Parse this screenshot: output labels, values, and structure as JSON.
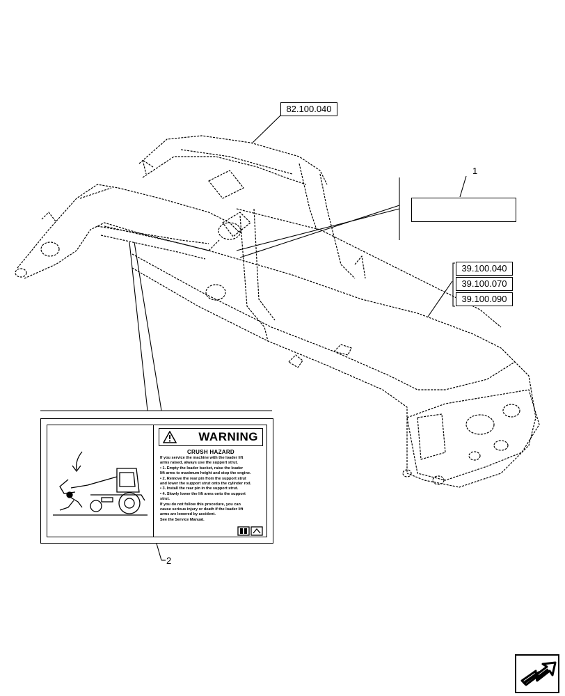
{
  "references": {
    "top": "82.100.040",
    "right": [
      "39.100.040",
      "39.100.070",
      "39.100.090"
    ]
  },
  "callouts": {
    "item1": "1",
    "item2": "2"
  },
  "decal": {
    "title": "WARNING",
    "subtitle": "CRUSH HAZARD",
    "body": "If you service the machine with the loader lift\narms raised, always use the support strut.\n• 1. Empty the loader bucket, raise the loader\nlift arms to maximum height and stop the engine.\n• 2. Remove the rear pin from the support strut\nand lower the support strut onto the cylinder rod.\n• 3. Install the rear pin in the support strut.\n• 4. Slowly lower the lift arms onto the support\nstrut.\nIf you do not follow this procedure, you can\ncause serious injury or death if the loader lift\narms are lowered by accident.\nSee the Service Manual."
  },
  "icons": [
    "warning-triangle-icon",
    "manual-book-icon",
    "navigation-arrow-icon"
  ]
}
